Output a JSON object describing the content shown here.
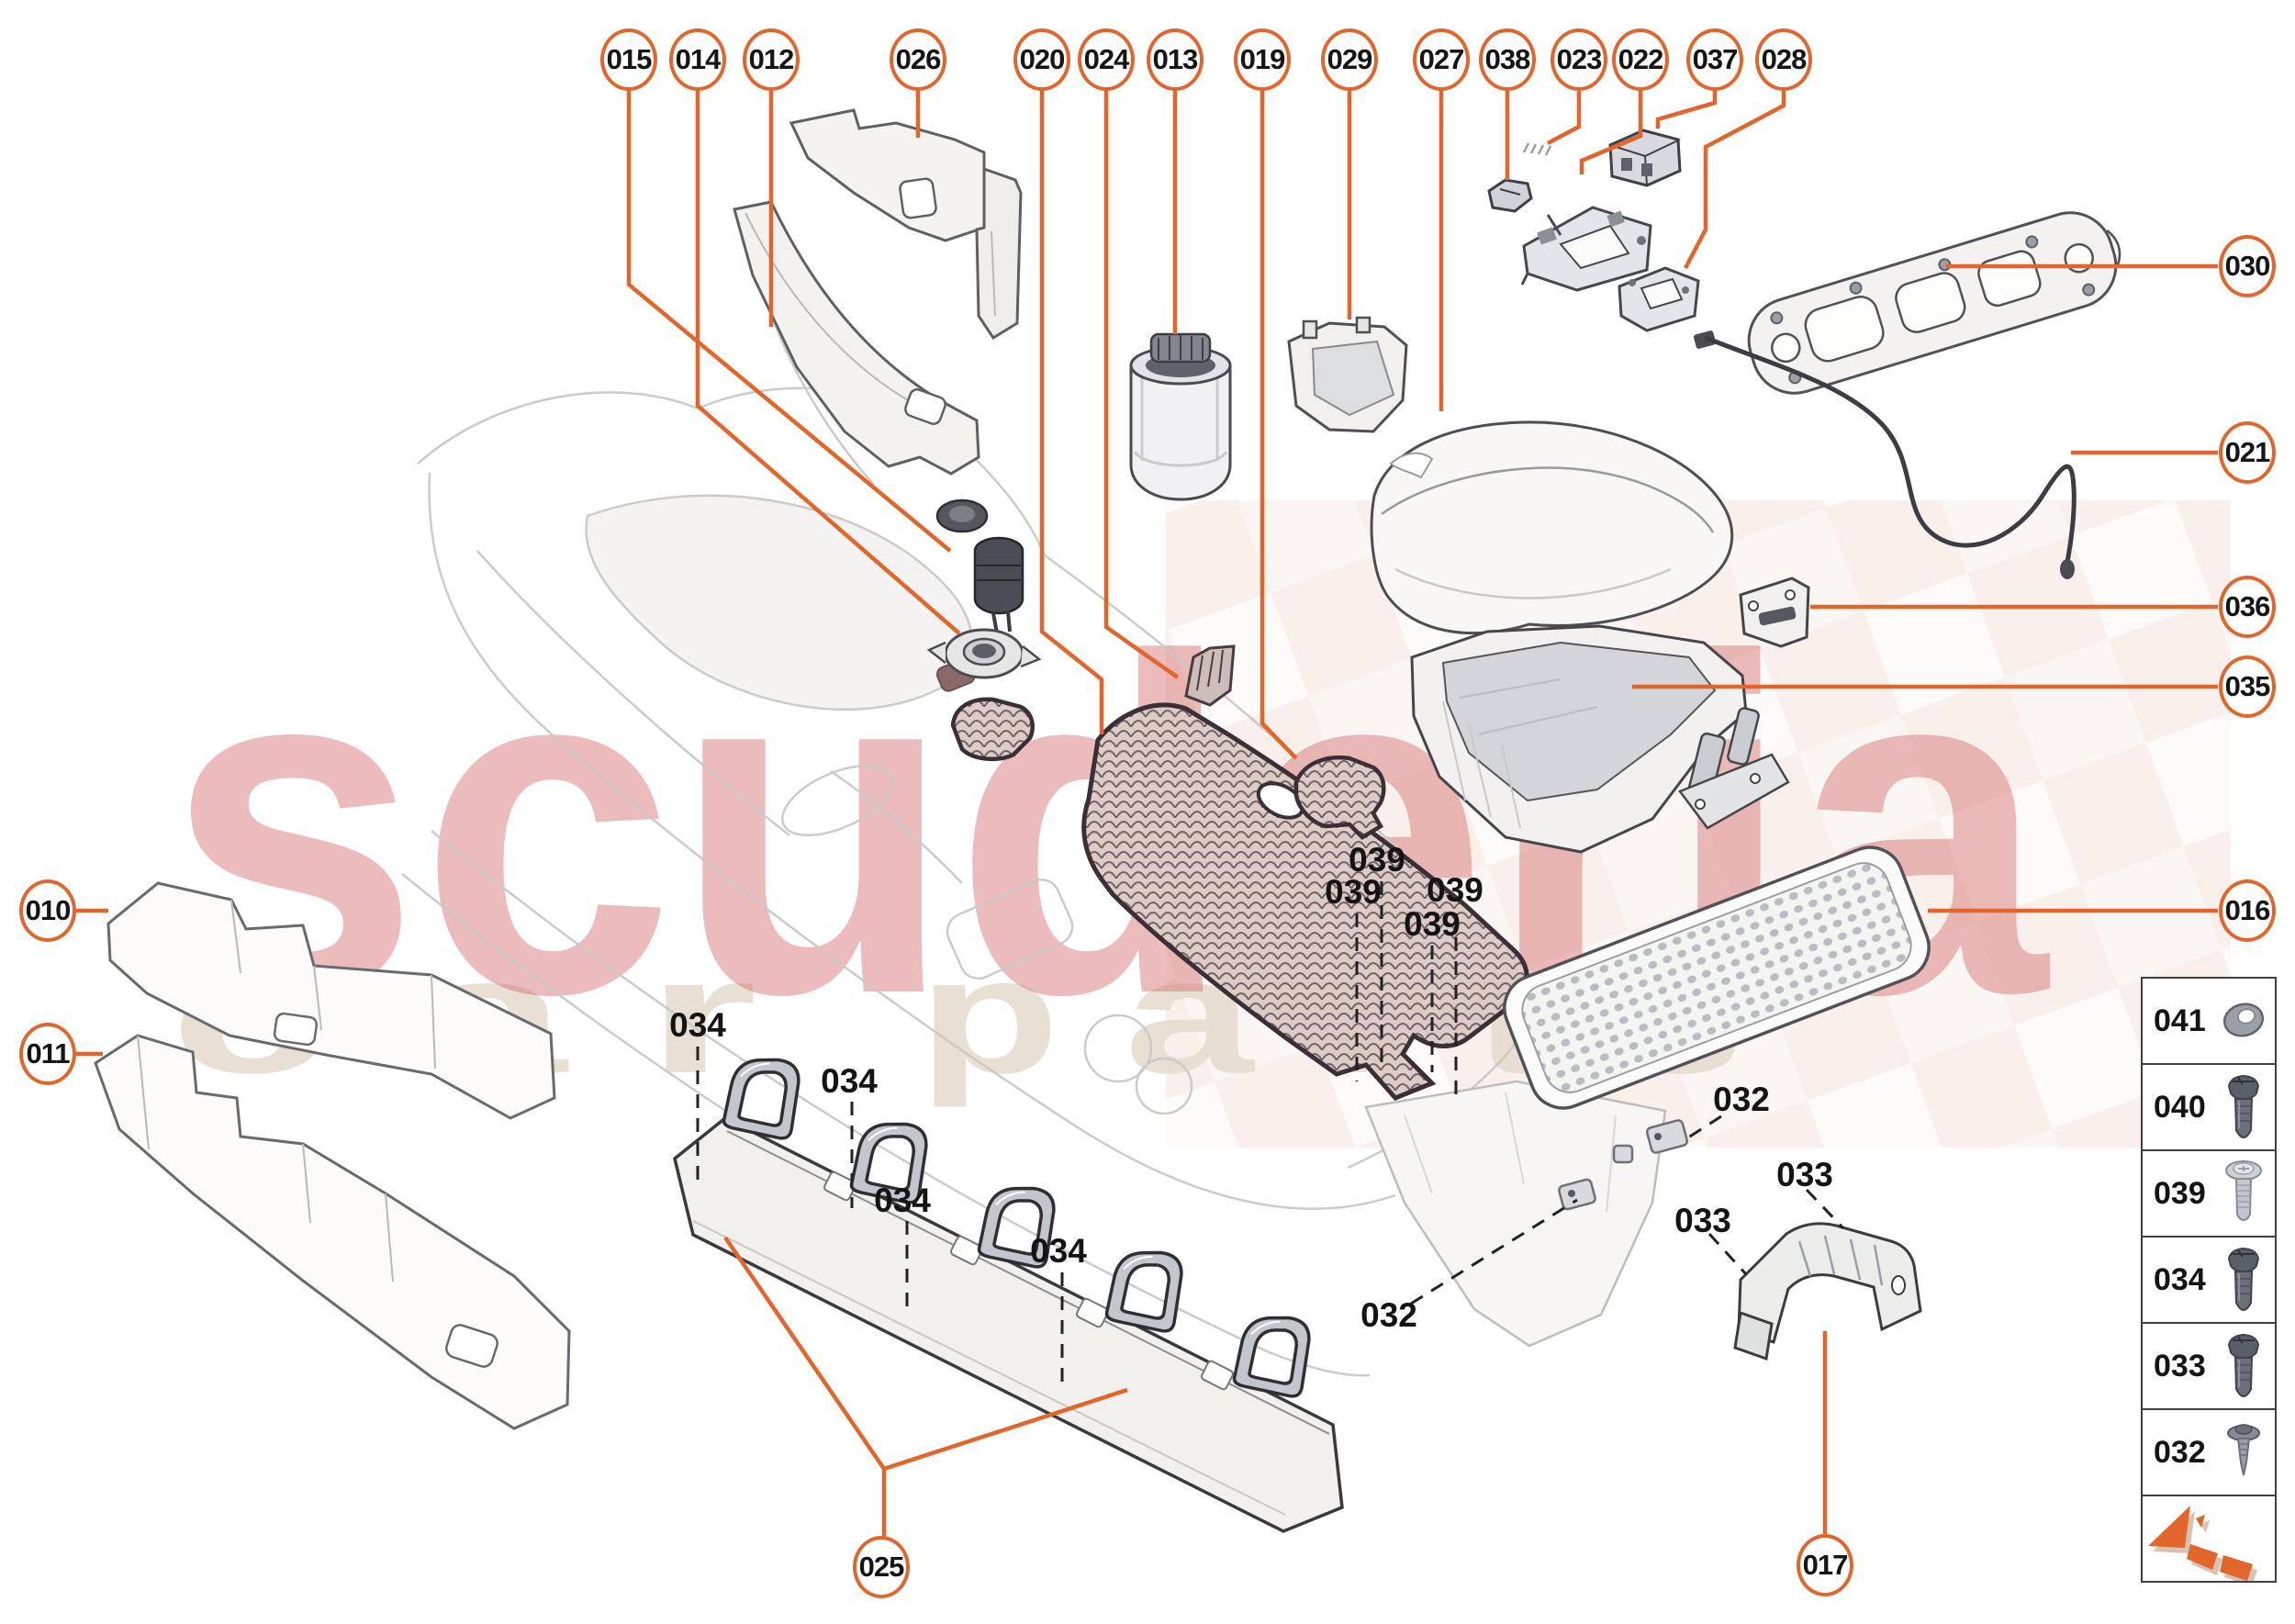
{
  "brand": {
    "watermark_main": "scuderia",
    "watermark_sub_left": "c a r",
    "watermark_sub_right": "p a r t s"
  },
  "colors": {
    "accent_orange": "#E2662C",
    "callout_text": "#151515",
    "watermark_red": "#D26262",
    "watermark_tan": "#E7DDD0",
    "dashed_leader": "#222222"
  },
  "callouts": [
    {
      "label": "015"
    },
    {
      "label": "014"
    },
    {
      "label": "012"
    },
    {
      "label": "026"
    },
    {
      "label": "020"
    },
    {
      "label": "024"
    },
    {
      "label": "013"
    },
    {
      "label": "019"
    },
    {
      "label": "029"
    },
    {
      "label": "027"
    },
    {
      "label": "038"
    },
    {
      "label": "023"
    },
    {
      "label": "022"
    },
    {
      "label": "037"
    },
    {
      "label": "028"
    },
    {
      "label": "030"
    },
    {
      "label": "021"
    },
    {
      "label": "036"
    },
    {
      "label": "035"
    },
    {
      "label": "016"
    },
    {
      "label": "010"
    },
    {
      "label": "011"
    },
    {
      "label": "025"
    },
    {
      "label": "017"
    }
  ],
  "part_labels": [
    {
      "label": "039"
    },
    {
      "label": "039"
    },
    {
      "label": "039"
    },
    {
      "label": "039"
    },
    {
      "label": "034"
    },
    {
      "label": "034"
    },
    {
      "label": "034"
    },
    {
      "label": "034"
    },
    {
      "label": "032"
    },
    {
      "label": "032"
    },
    {
      "label": "033"
    },
    {
      "label": "033"
    }
  ],
  "legend": {
    "rows": [
      {
        "label": "041",
        "icon": "washer-icon"
      },
      {
        "label": "040",
        "icon": "screw-icon"
      },
      {
        "label": "039",
        "icon": "pan-head-screw-icon"
      },
      {
        "label": "034",
        "icon": "screw-icon"
      },
      {
        "label": "033",
        "icon": "screw-icon"
      },
      {
        "label": "032",
        "icon": "self-tapping-screw-icon"
      }
    ],
    "logo_icon": "scuderia-arrow-logo"
  }
}
